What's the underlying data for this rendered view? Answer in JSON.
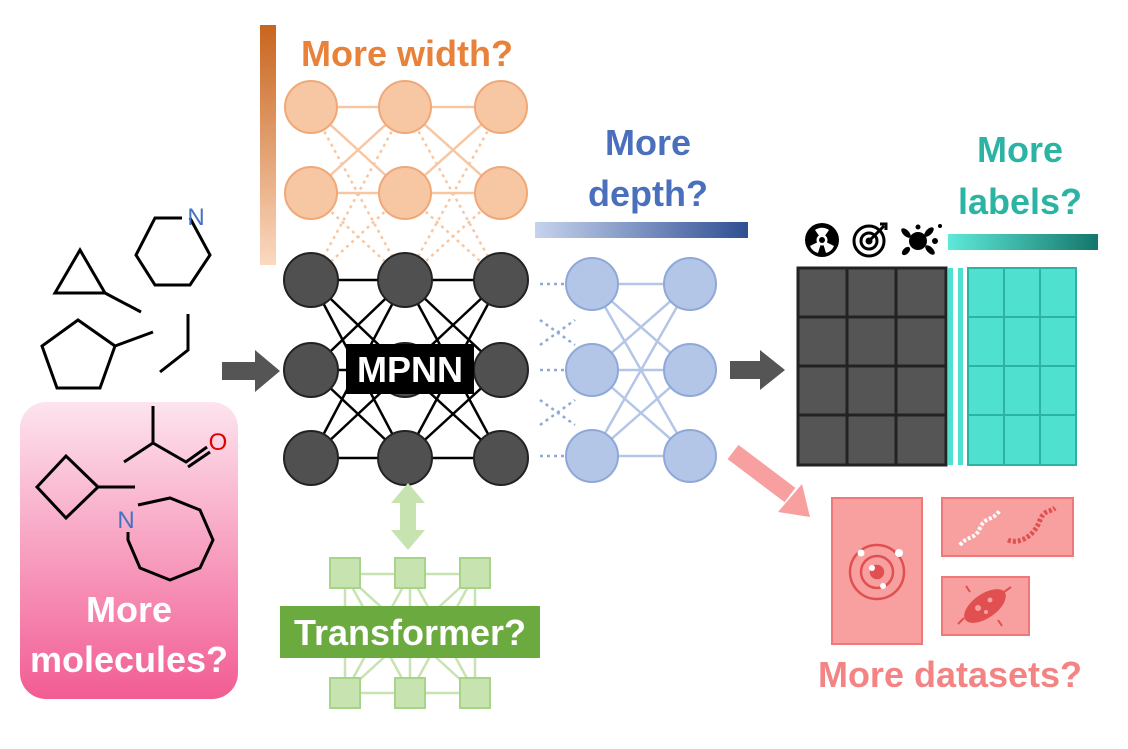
{
  "labels": {
    "width": "More width?",
    "depth_line1": "More",
    "depth_line2": "depth?",
    "labels_line1": "More",
    "labels_line2": "labels?",
    "molecules_line1": "More",
    "molecules_line2": "molecules?",
    "mpnn": "MPNN",
    "transformer": "Transformer?",
    "datasets": "More datasets?",
    "atom_n1": "N",
    "atom_n2": "N",
    "atom_o": "O"
  },
  "colors": {
    "width": "#e8823a",
    "width_light": "#f7c7a3",
    "depth": "#4a6fbd",
    "depth_light": "#b4c6e7",
    "labels": "#2bb3a3",
    "labels_fill": "#4fe0cf",
    "molecules": "#f25c93",
    "datasets": "#f48484",
    "datasets_fill": "#f8a0a0",
    "transformer": "#6aaa3f",
    "transformer_light": "#c7e3b0",
    "mpnn_node": "#505050",
    "matrix": "#555555",
    "arrow": "#555555",
    "nitrogen": "#4472c4",
    "oxygen": "#e00000"
  },
  "icons": [
    "radiation-icon",
    "target-icon",
    "splat-icon",
    "atom-icon",
    "protein-icon",
    "bacteria-icon"
  ]
}
